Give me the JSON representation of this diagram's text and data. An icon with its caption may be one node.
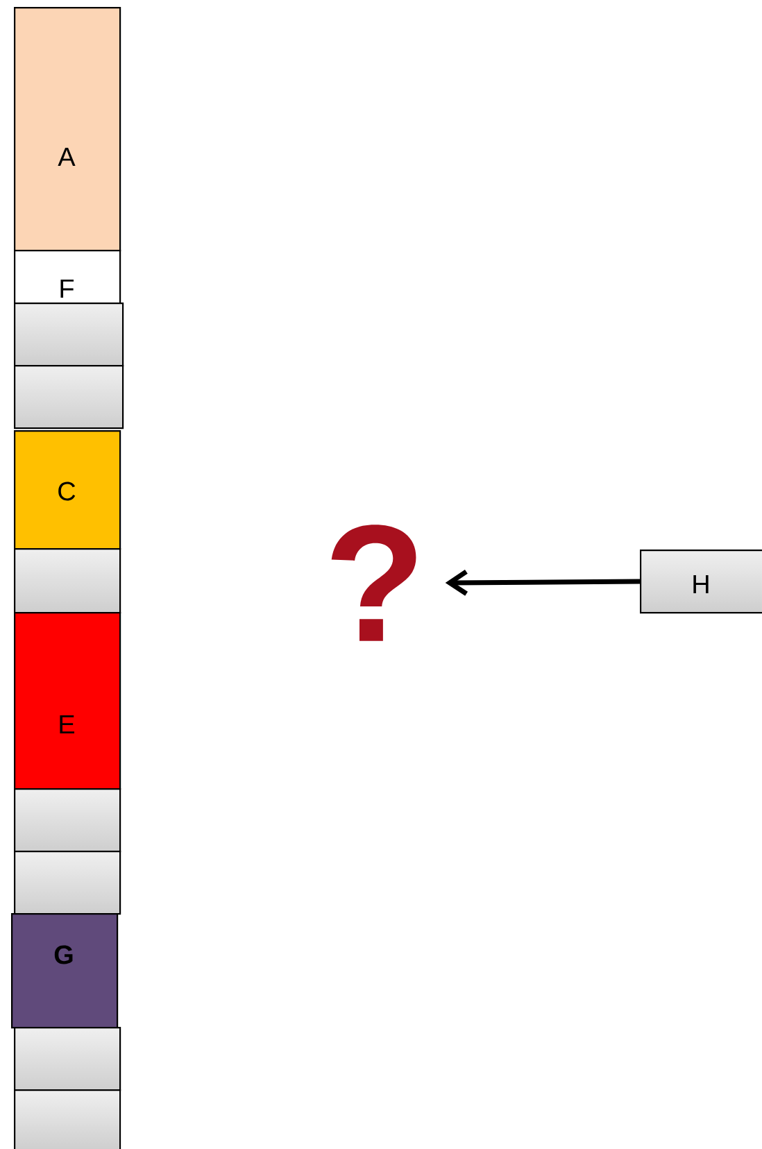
{
  "diagram": {
    "nodes": [
      {
        "text": [
          "A"
        ]
      },
      {
        "text": [
          "F"
        ]
      },
      {
        "text": [],
        "shape": "box"
      },
      {
        "text": [],
        "shape": "box"
      },
      {
        "text": [
          "C"
        ]
      },
      {
        "text": [],
        "shape": "box"
      },
      {
        "text": [
          "E"
        ]
      },
      {
        "text": [],
        "shape": "box"
      },
      {
        "text": [],
        "shape": "box"
      },
      {
        "text": [
          "G"
        ]
      },
      {
        "text": [],
        "shape": "box"
      },
      {
        "text": [],
        "shape": "box"
      },
      {
        "text": [
          "?"
        ]
      },
      {
        "text": [
          "H"
        ]
      }
    ],
    "edges": [
      {
        "from": 13,
        "to": 12,
        "arrow": "to"
      }
    ]
  }
}
